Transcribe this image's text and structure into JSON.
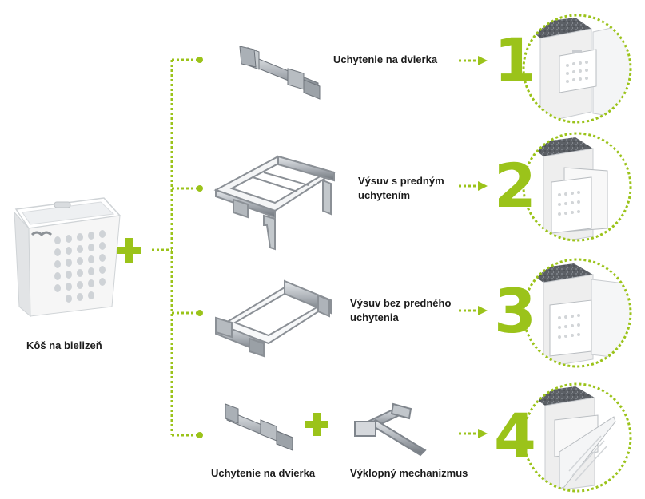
{
  "colors": {
    "accent": "#9bc31a",
    "metal": "#b9bec4",
    "metal_dark": "#7f858c",
    "basket": "#f2f2f2",
    "granite": "#5d6167"
  },
  "basket": {
    "label": "Kôš na bielizeň"
  },
  "options": [
    {
      "number": "1",
      "label": "Uchytenie na dvierka"
    },
    {
      "number": "2",
      "label": "Výsuv s predným uchytením"
    },
    {
      "number": "3",
      "label": "Výsuv bez predného uchytenia"
    },
    {
      "number": "4",
      "label": ""
    }
  ],
  "option4": {
    "part1_label": "Uchytenie na dvierka",
    "part2_label": "Výklopný mechanizmus"
  }
}
